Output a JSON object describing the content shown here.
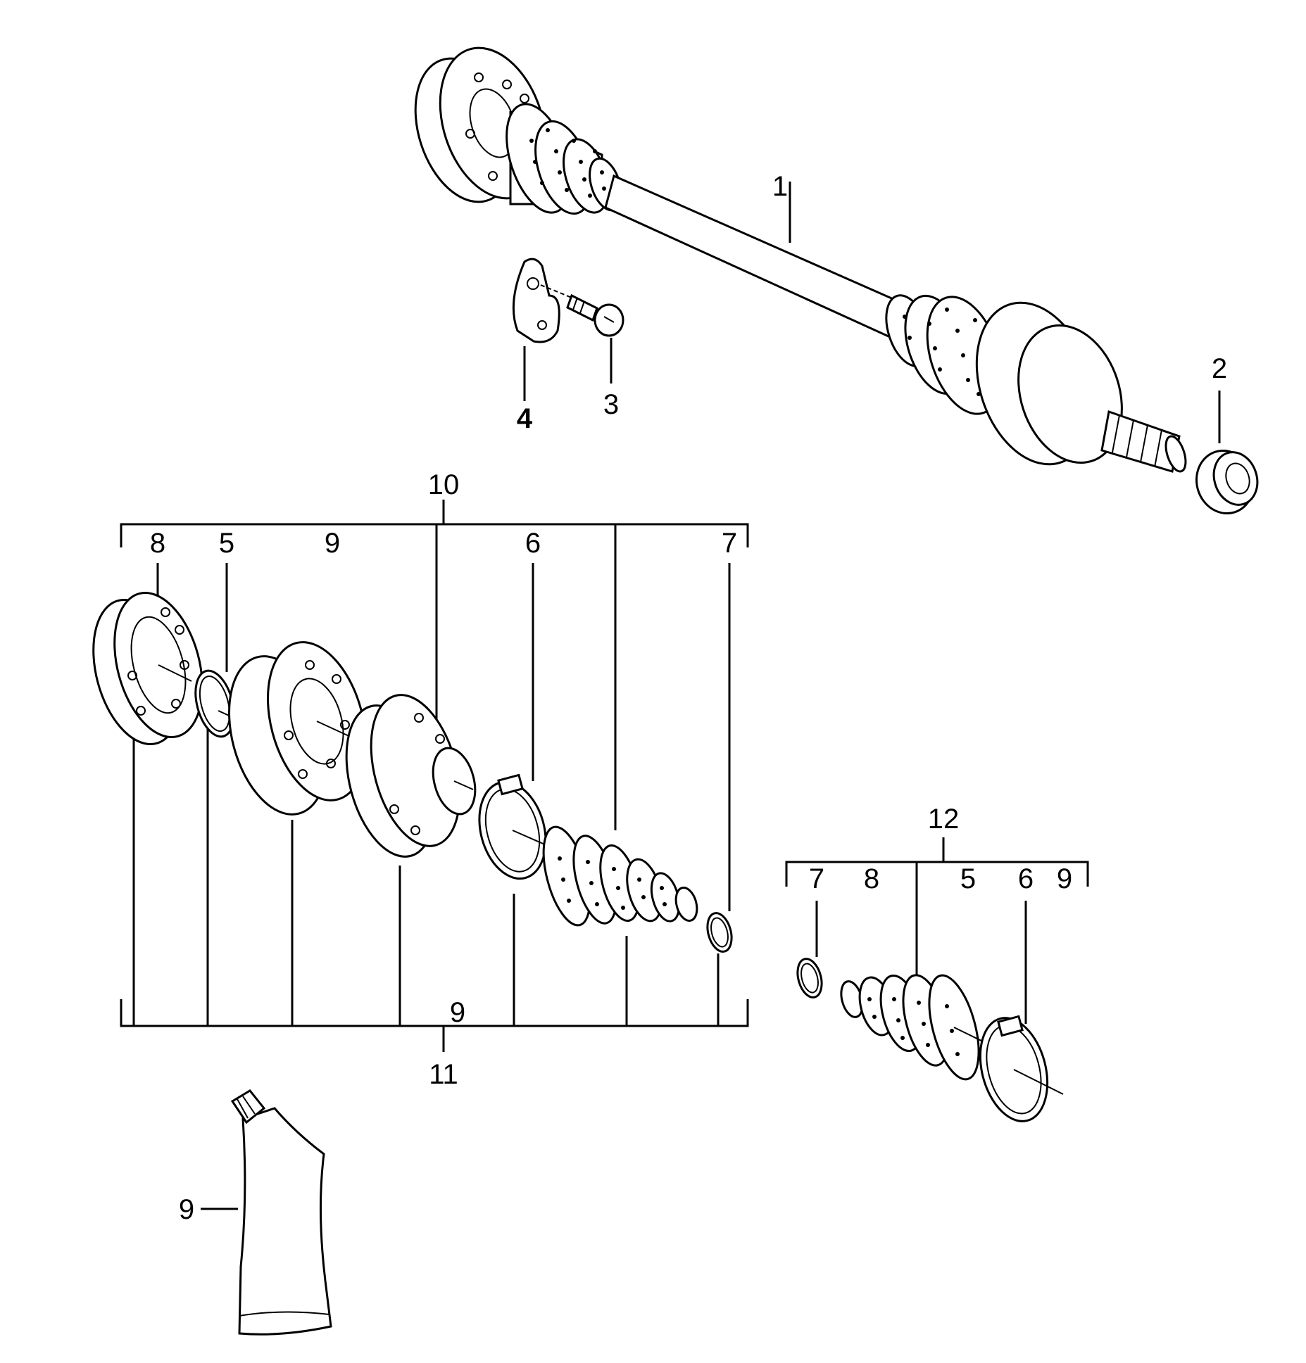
{
  "callouts": {
    "drive_shaft": "1",
    "collar_nut": "2",
    "screw": "3",
    "lock_plate": "4",
    "repair_kit_10": "10",
    "kit10_joint_housing": "8",
    "kit10_circlip": "5",
    "kit10_grease": "9",
    "kit10_hose_clamp": "6",
    "kit10_small_clamp": "7",
    "kit11_grease": "9",
    "repair_kit_11": "11",
    "repair_kit_12": "12",
    "kit12_small_clamp": "7",
    "kit12_joint_housing": "8",
    "kit12_circlip": "5",
    "kit12_hose_clamp": "6",
    "kit12_grease": "9",
    "grease_tube": "9"
  },
  "colors": {
    "line": "#000000",
    "background": "#ffffff"
  }
}
